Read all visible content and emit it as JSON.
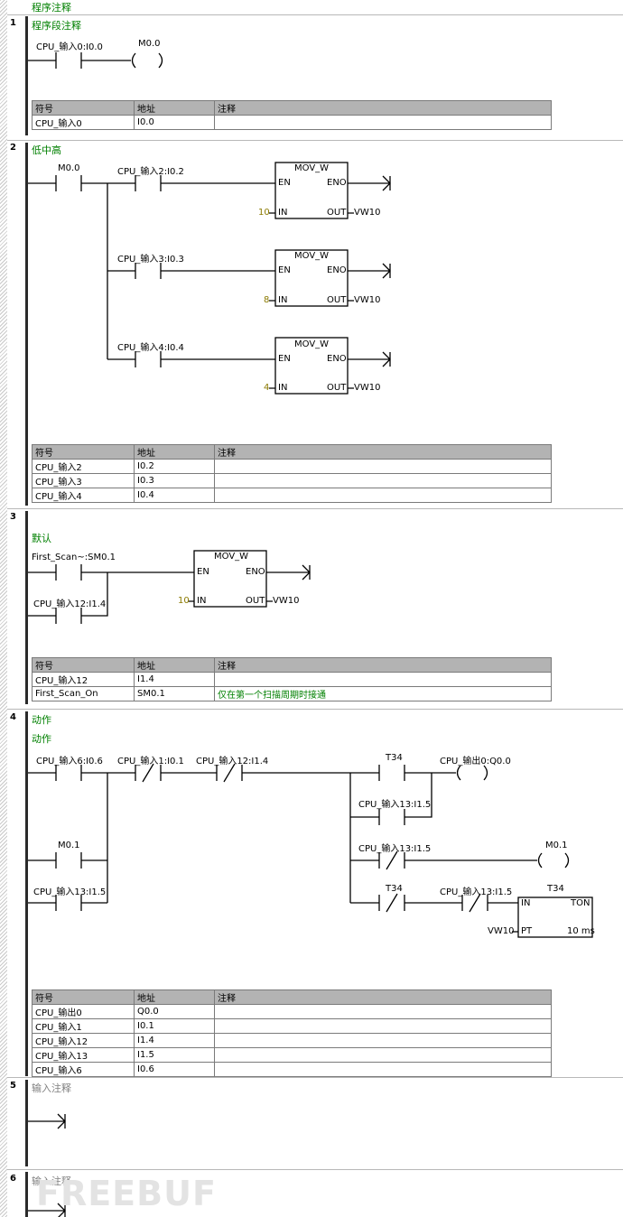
{
  "program_comment": "程序注释",
  "networks": [
    {
      "number": "1",
      "comment": "程序段注释",
      "contacts": [
        {
          "label": "CPU_输入0:I0.0"
        }
      ],
      "coils": [
        {
          "label": "M0.0"
        }
      ],
      "symbol_table": {
        "headers": [
          "符号",
          "地址",
          "注释"
        ],
        "rows": [
          [
            "CPU_输入0",
            "I0.0",
            ""
          ]
        ]
      }
    },
    {
      "number": "2",
      "comment": "低中高",
      "contacts": [
        {
          "label": "M0.0"
        },
        {
          "label": "CPU_输入2:I0.2"
        },
        {
          "label": "CPU_输入3:I0.3"
        },
        {
          "label": "CPU_输入4:I0.4"
        }
      ],
      "boxes": [
        {
          "title": "MOV_W",
          "en": "EN",
          "eno": "ENO",
          "in_pin": "IN",
          "out_pin": "OUT",
          "in_value": "10",
          "out_value": "VW10"
        },
        {
          "title": "MOV_W",
          "en": "EN",
          "eno": "ENO",
          "in_pin": "IN",
          "out_pin": "OUT",
          "in_value": "8",
          "out_value": "VW10"
        },
        {
          "title": "MOV_W",
          "en": "EN",
          "eno": "ENO",
          "in_pin": "IN",
          "out_pin": "OUT",
          "in_value": "4",
          "out_value": "VW10"
        }
      ],
      "symbol_table": {
        "headers": [
          "符号",
          "地址",
          "注释"
        ],
        "rows": [
          [
            "CPU_输入2",
            "I0.2",
            ""
          ],
          [
            "CPU_输入3",
            "I0.3",
            ""
          ],
          [
            "CPU_输入4",
            "I0.4",
            ""
          ]
        ]
      }
    },
    {
      "number": "3",
      "comment": "默认",
      "contacts": [
        {
          "label": "First_Scan~:SM0.1"
        },
        {
          "label": "CPU_输入12:I1.4"
        }
      ],
      "boxes": [
        {
          "title": "MOV_W",
          "en": "EN",
          "eno": "ENO",
          "in_pin": "IN",
          "out_pin": "OUT",
          "in_value": "10",
          "out_value": "VW10"
        }
      ],
      "symbol_table": {
        "headers": [
          "符号",
          "地址",
          "注释"
        ],
        "rows": [
          [
            "CPU_输入12",
            "I1.4",
            ""
          ],
          [
            "First_Scan_On",
            "SM0.1",
            "仅在第一个扫描周期时接通"
          ]
        ]
      }
    },
    {
      "number": "4",
      "comment": "动作",
      "subcomment": "动作",
      "contacts": [
        {
          "label": "CPU_输入6:I0.6"
        },
        {
          "label": "CPU_输入1:I0.1"
        },
        {
          "label": "CPU_输入12:I1.4"
        },
        {
          "label": "T34"
        },
        {
          "label": "CPU_输入13:I1.5"
        },
        {
          "label": "M0.1"
        },
        {
          "label": "CPU_输入13:I1.5"
        },
        {
          "label": "CPU_输入13:I1.5"
        },
        {
          "label": "T34"
        },
        {
          "label": "CPU_输入13:I1.5"
        }
      ],
      "coils": [
        {
          "label": "CPU_输出0:Q0.0"
        },
        {
          "label": "M0.1"
        }
      ],
      "timer": {
        "name": "T34",
        "type": "TON",
        "in_pin": "IN",
        "pt_pin": "PT",
        "pt_value": "VW10",
        "resolution": "10 ms"
      },
      "symbol_table": {
        "headers": [
          "符号",
          "地址",
          "注释"
        ],
        "rows": [
          [
            "CPU_输出0",
            "Q0.0",
            ""
          ],
          [
            "CPU_输入1",
            "I0.1",
            ""
          ],
          [
            "CPU_输入12",
            "I1.4",
            ""
          ],
          [
            "CPU_输入13",
            "I1.5",
            ""
          ],
          [
            "CPU_输入6",
            "I0.6",
            ""
          ]
        ]
      }
    },
    {
      "number": "5",
      "comment": "输入注释"
    },
    {
      "number": "6",
      "comment": "输入注释"
    }
  ],
  "watermark": "FREEBUF"
}
